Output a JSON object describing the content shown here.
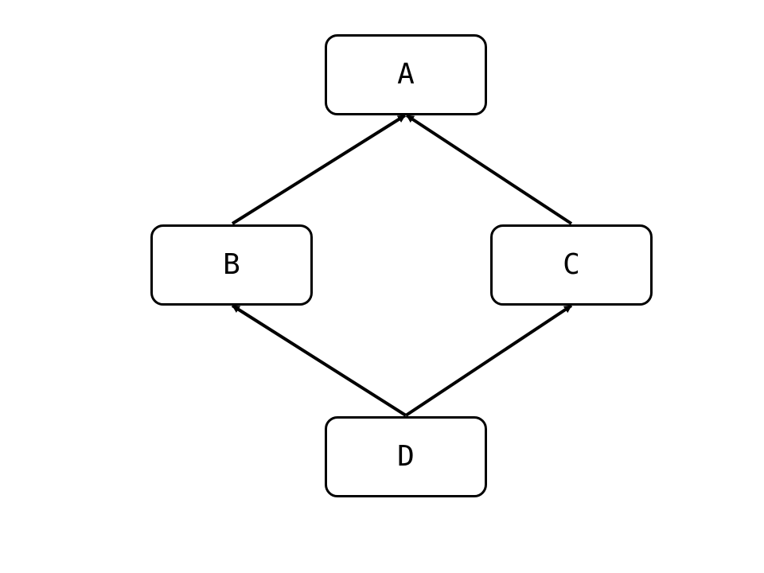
{
  "nodes": {
    "a": {
      "label": "A"
    },
    "b": {
      "label": "B"
    },
    "c": {
      "label": "C"
    },
    "d": {
      "label": "D"
    }
  },
  "edges": [
    {
      "from": "b",
      "to": "a"
    },
    {
      "from": "c",
      "to": "a"
    },
    {
      "from": "d",
      "to": "b"
    },
    {
      "from": "d",
      "to": "c"
    }
  ],
  "colors": {
    "stroke": "#000000",
    "background": "#ffffff"
  }
}
